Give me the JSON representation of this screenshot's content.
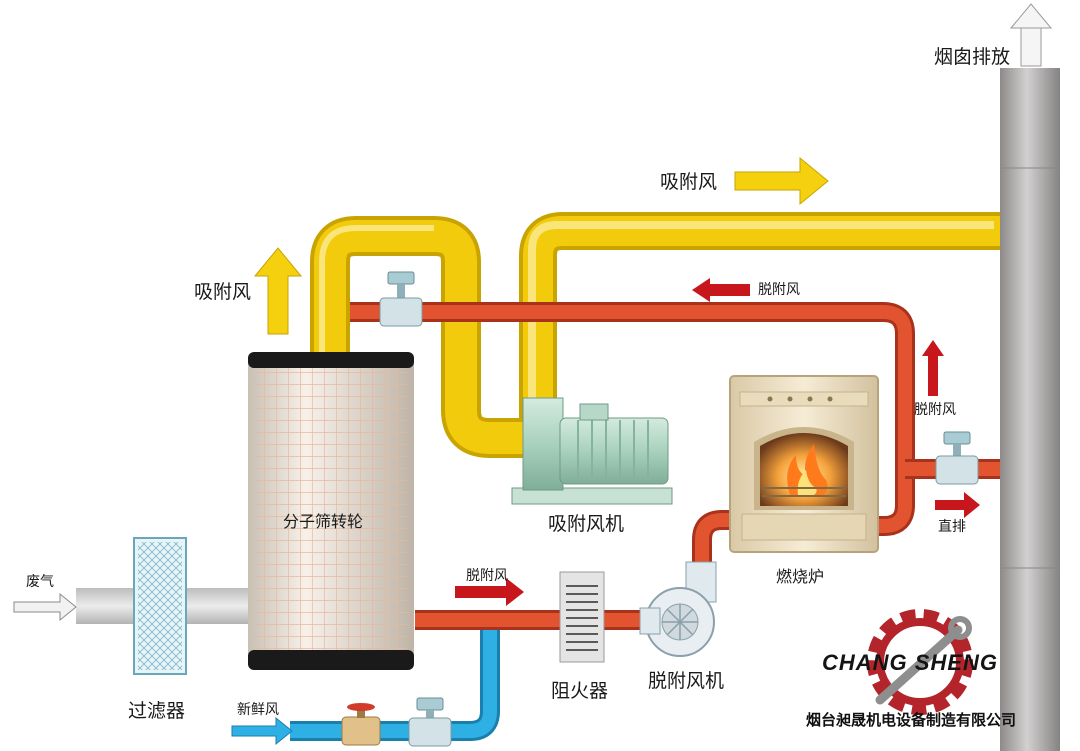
{
  "labels": {
    "chimney": "烟囱排放",
    "adsorption_air_top": "吸附风",
    "adsorption_air_left": "吸附风",
    "desorption_air_top": "脱附风",
    "desorption_air_right": "脱附风",
    "desorption_air_bottom": "脱附风",
    "direct_exhaust": "直排",
    "rotor": "分子筛转轮",
    "adsorption_fan": "吸附风机",
    "burner": "燃烧炉",
    "waste_gas": "废气",
    "filter": "过滤器",
    "flame_arrester": "阻火器",
    "desorption_fan": "脱附风机",
    "fresh_air": "新鲜风"
  },
  "brand": {
    "name": "CHANG SHENG",
    "company": "烟台昶晟机电设备制造有限公司"
  },
  "colors": {
    "adsorption_pipe": "#f2cc0c",
    "desorption_pipe": "#d9462a",
    "fresh_air_pipe": "#29a8dc",
    "waste_gas_pipe": "#cfcfcf",
    "arrow_red": "#c8161d",
    "arrow_yellow": "#f5d00f",
    "chimney": "#a7a4a4",
    "fan_body": "#a9d1bd",
    "burner_body": "#ede0c4"
  }
}
